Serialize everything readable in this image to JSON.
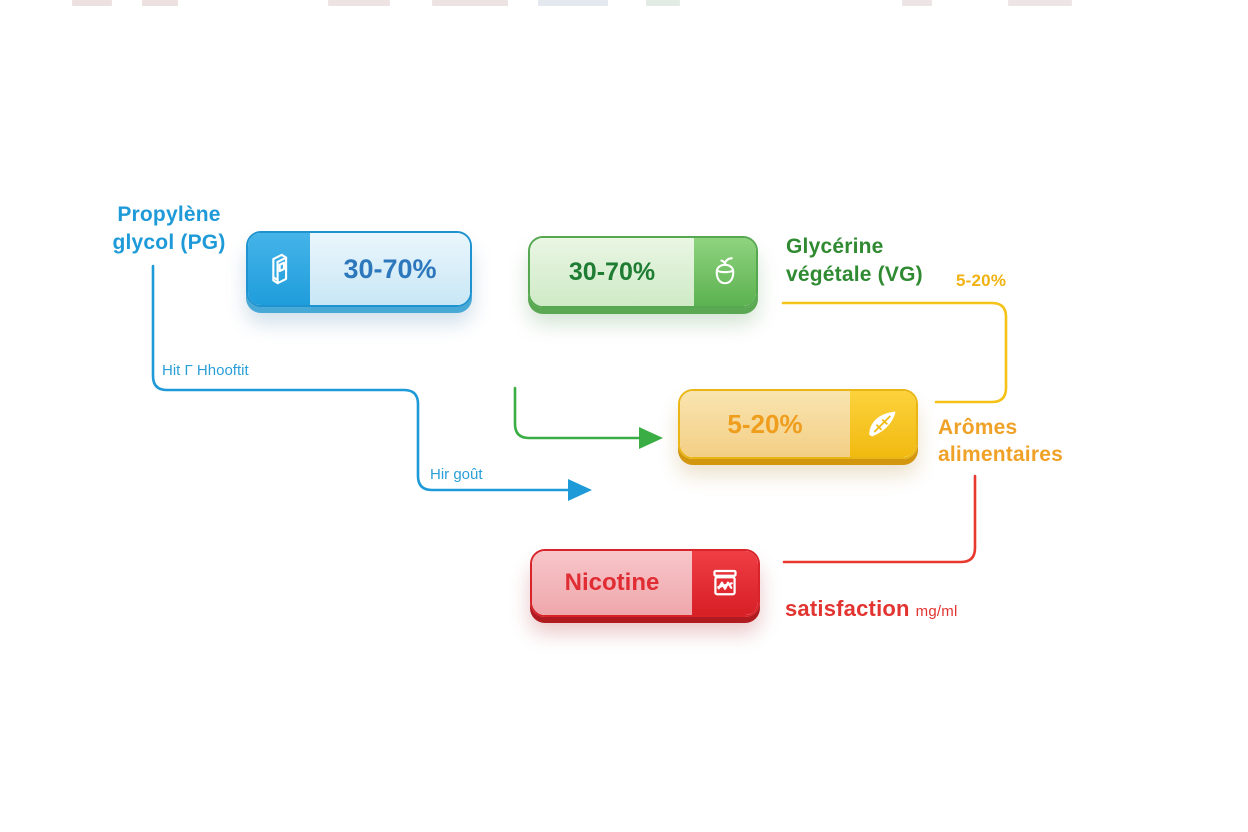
{
  "diagram": {
    "subject": "e-liquid composition",
    "background": "#ffffff"
  },
  "pills": [
    {
      "id": "propylene-glycol",
      "value": "30-70%",
      "icon": "bottle-icon",
      "accent": "#1f9ddb",
      "text_color": "#2d77bc"
    },
    {
      "id": "vegetable-glycerin",
      "value": "30-70%",
      "icon": "apple-icon",
      "accent": "#5cb250",
      "text_color": "#1e7c33"
    },
    {
      "id": "food-flavorings",
      "value": "5-20%",
      "icon": "leaf-icon",
      "accent": "#f1ba10",
      "text_color": "#ef9d1d"
    },
    {
      "id": "nicotine",
      "value": "Nicotine",
      "icon": "jar-icon",
      "accent": "#d71f26",
      "text_color": "#e02d33"
    }
  ],
  "labels": {
    "pg_line1": "Propylène",
    "pg_line2": "glycol (PG)",
    "vg_line1": "Glycérine",
    "vg_line2": "végétale (VG)",
    "flavors_pct": "5-20%",
    "flavors_line1": "Arômes",
    "flavors_line2": "alimentaires",
    "satisfaction": "satisfaction",
    "satisfaction_unit": "mg/ml",
    "hit_note": "Hit Γ Hhooftit",
    "gout_note": "Hir goût"
  },
  "colors": {
    "blue_line": "#1e9ad8",
    "green_line": "#3aae44",
    "yellow_line": "#f5c217",
    "red_line": "#e8392f",
    "pg_label": "#1e9ad8",
    "vg_label": "#2f8a31",
    "flavors_label": "#f0a127",
    "nicotine_label": "#e23430"
  }
}
